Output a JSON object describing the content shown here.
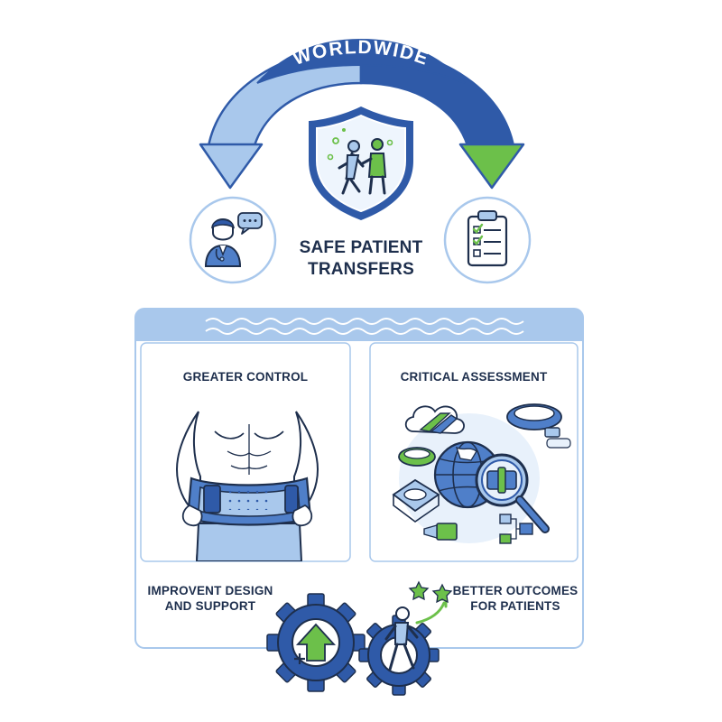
{
  "arc_label": "WORLDWIDE",
  "center": {
    "line1": "SAFE PATIENT",
    "line2": "TRANSFERS"
  },
  "panels": {
    "left_title": "GREATER CONTROL",
    "right_title": "CRITICAL ASSESSMENT"
  },
  "bottom": {
    "left_line1": "IMPROVENT DESIGN",
    "left_line2": "AND SUPPORT",
    "right_line1": "BETTER OUTCOMES",
    "right_line2": "FOR PATIENTS"
  },
  "icons": [
    "shield-patient-icon",
    "caregiver-icon",
    "checklist-icon",
    "gait-belt-torso-icon",
    "globe-magnifier-icon",
    "gear-arrow-icon",
    "gear-walking-icon"
  ],
  "colors": {
    "dark_blue": "#2f5aa8",
    "mid_blue": "#4f7fc9",
    "light_blue": "#a9c8ec",
    "pale_blue": "#e8f1fb",
    "navy": "#1e2f4d",
    "green": "#6cc04a"
  }
}
